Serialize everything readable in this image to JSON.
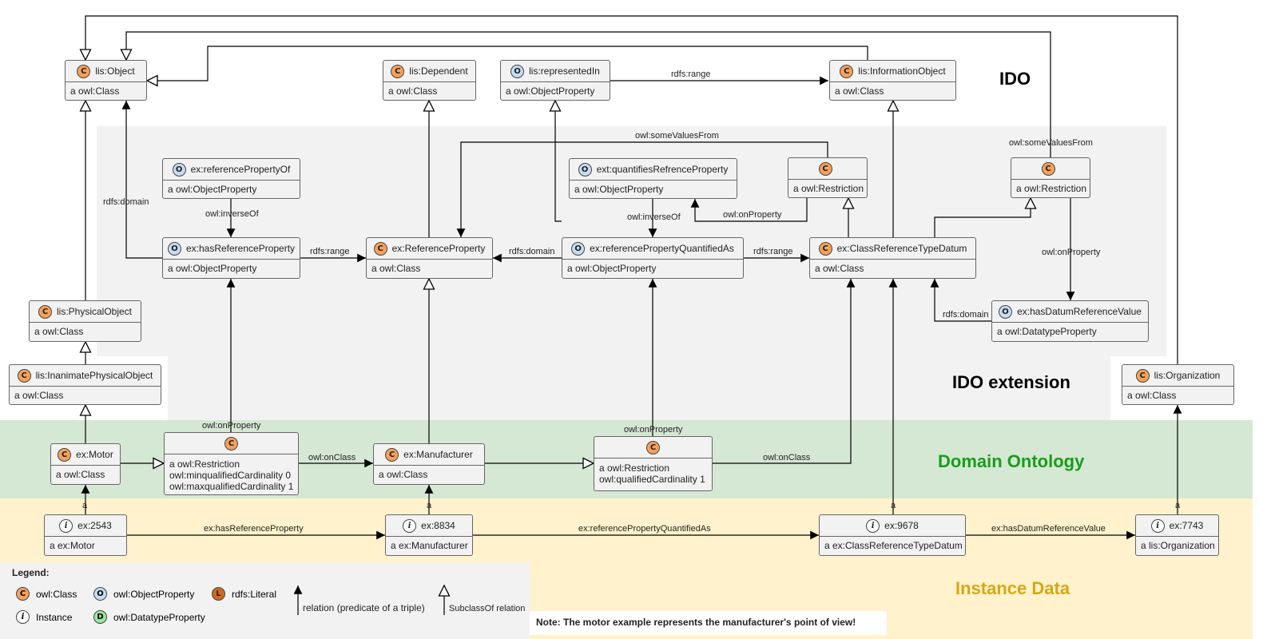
{
  "sections": {
    "ido": "IDO",
    "ido_extension": "IDO extension",
    "domain_ontology": "Domain Ontology",
    "instance_data": "Instance Data"
  },
  "colors": {
    "ido_ext_bg": "#f2f2f2",
    "domain_bg": "#d5e8d4",
    "instance_bg": "#fff2cc",
    "domain_text": "#1a9c1a",
    "instance_text": "#d6a715",
    "class_badge": "#f6a15a",
    "property_badge": "#c6dcf2"
  },
  "nodes": {
    "lis_object": {
      "badge": "C",
      "name": "lis:Object",
      "type": "a owl:Class"
    },
    "lis_dependent": {
      "badge": "C",
      "name": "lis:Dependent",
      "type": "a owl:Class"
    },
    "lis_representedin": {
      "badge": "O",
      "name": "lis:representedIn",
      "type": "a owl:ObjectProperty"
    },
    "lis_informationobject": {
      "badge": "C",
      "name": "lis:InformationObject",
      "type": "a owl:Class"
    },
    "ex_referencepropertyof": {
      "badge": "O",
      "name": "ex:referencePropertyOf",
      "type": "a owl:ObjectProperty"
    },
    "ext_quantifiesrefrenceproperty": {
      "badge": "O",
      "name": "ext:quantifiesRefrenceProperty",
      "type": "a owl:ObjectProperty"
    },
    "restriction_1": {
      "badge": "C",
      "name": "",
      "type": "a owl:Restriction"
    },
    "restriction_2": {
      "badge": "C",
      "name": "",
      "type": "a owl:Restriction"
    },
    "ex_hasreferenceproperty": {
      "badge": "O",
      "name": "ex:hasReferenceProperty",
      "type": "a owl:ObjectProperty"
    },
    "ex_referenceproperty": {
      "badge": "C",
      "name": "ex:ReferenceProperty",
      "type": "a owl:Class"
    },
    "ex_referencepropertyquantifiedas": {
      "badge": "O",
      "name": "ex:referencePropertyQuantifiedAs",
      "type": "a owl:ObjectProperty"
    },
    "ex_classreferencetypedatum": {
      "badge": "C",
      "name": "ex:ClassReferenceTypeDatum",
      "type": "a owl:Class"
    },
    "ex_hasdatumreferencevalue": {
      "badge": "O",
      "name": "ex:hasDatumReferenceValue",
      "type": "a owl:DatatypeProperty"
    },
    "lis_physicalobject": {
      "badge": "C",
      "name": "lis:PhysicalObject",
      "type": "a owl:Class"
    },
    "lis_inanimatephysicalobject": {
      "badge": "C",
      "name": "lis:InanimatePhysicalObject",
      "type": "a owl:Class"
    },
    "lis_organization": {
      "badge": "C",
      "name": "lis:Organization",
      "type": "a owl:Class"
    },
    "ex_motor": {
      "badge": "C",
      "name": "ex:Motor",
      "type": "a owl:Class"
    },
    "restriction_3": {
      "badge": "C",
      "lines": [
        "a owl:Restriction",
        "owl:minqualifiedCardinality 0",
        "owl:maxqualifiedCardinality 1"
      ]
    },
    "ex_manufacturer": {
      "badge": "C",
      "name": "ex:Manufacturer",
      "type": "a owl:Class"
    },
    "restriction_4": {
      "badge": "C",
      "lines": [
        "a owl:Restriction",
        "owl:qualifiedCardinality 1"
      ]
    },
    "ex_2543": {
      "badge": "i",
      "name": "ex:2543",
      "type": "a ex:Motor"
    },
    "ex_8834": {
      "badge": "i",
      "name": "ex:8834",
      "type": "a ex:Manufacturer"
    },
    "ex_9678": {
      "badge": "i",
      "name": "ex:9678",
      "type": "a ex:ClassReferenceTypeDatum"
    },
    "ex_7743": {
      "badge": "i",
      "name": "ex:7743",
      "type": "a lis:Organization"
    }
  },
  "edge_labels": {
    "rdfs_range_top": "rdfs:range",
    "some_values_from_1": "owl:someValuesFrom",
    "some_values_from_2": "owl:someValuesFrom",
    "rdfs_domain_left": "rdfs:domain",
    "inverse_of_1": "owl:inverseOf",
    "inverse_of_2": "owl:inverseOf",
    "on_property_mid": "owl:onProperty",
    "rdfs_range_1": "rdfs:range",
    "rdfs_domain_mid": "rdfs:domain",
    "rdfs_range_2": "rdfs:range",
    "on_property_right": "owl:onProperty",
    "rdfs_domain_right": "rdfs:domain",
    "on_property_r3": "owl:onProperty",
    "on_class_1": "owl:onClass",
    "on_property_r4": "owl:onProperty",
    "on_class_2": "owl:onClass",
    "a_1": "a",
    "a_2": "a",
    "a_3": "a",
    "a_4": "a",
    "has_reference_property": "ex:hasReferenceProperty",
    "reference_property_quantified_as": "ex:referencePropertyQuantifiedAs",
    "has_datum_reference_value": "ex:hasDatumReferenceValue"
  },
  "legend": {
    "title": "Legend:",
    "owl_class": {
      "badge": "C",
      "label": "owl:Class"
    },
    "owl_objectproperty": {
      "badge": "O",
      "label": "owl:ObjectProperty"
    },
    "rdfs_literal": {
      "badge": "L",
      "label": "rdfs:Literal"
    },
    "instance": {
      "badge": "i",
      "label": "Instance"
    },
    "owl_datatypeproperty": {
      "badge": "D",
      "label": "owl:DatatypeProperty"
    },
    "relation": "relation (predicate of a triple)",
    "subclassof": "SubclassOf relation"
  },
  "note": "Note: The motor example represents the manufacturer's point of view!"
}
